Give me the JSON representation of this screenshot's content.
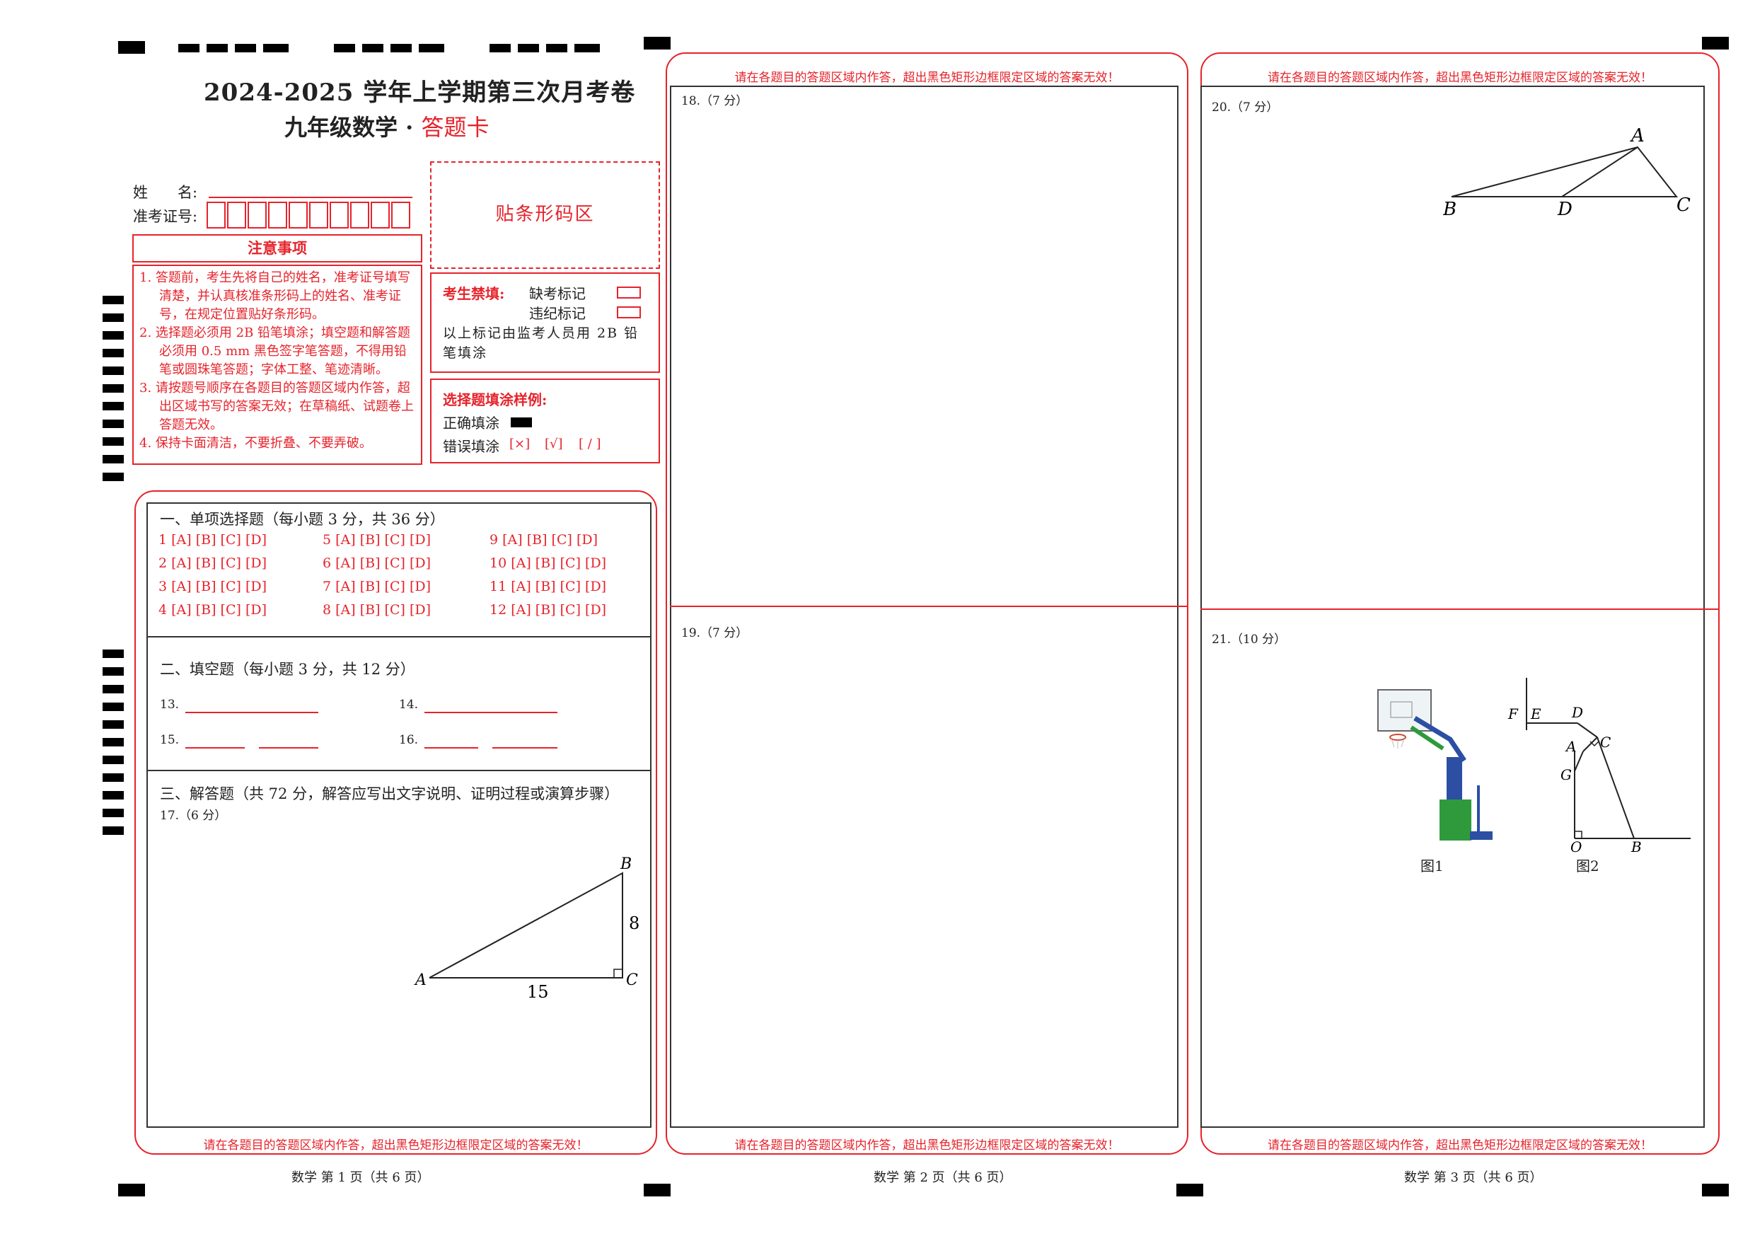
{
  "header": {
    "title": "2024-2025 学年上学期第三次月考卷",
    "subtitle_black": "九年级数学 · ",
    "subtitle_red": "答题卡"
  },
  "student": {
    "name_label": "姓　　名:",
    "exam_id_label": "准考证号:"
  },
  "barcode": {
    "label": "贴条形码区"
  },
  "notes": {
    "title": "注意事项",
    "items": [
      "1.  答题前，考生先将自己的姓名，准考证号填写清楚，并认真核准条形码上的姓名、准考证号，在规定位置贴好条形码。",
      "2.  选择题必须用 2B 铅笔填涂；填空题和解答题必须用 0.5 mm 黑色签字笔答题，不得用铅笔或圆珠笔答题；字体工整、笔迹清晰。",
      "3.  请按题号顺序在各题目的答题区域内作答，超出区域书写的答案无效；在草稿纸、试题卷上答题无效。",
      "4.  保持卡面清洁，不要折叠、不要弄破。"
    ]
  },
  "proctor": {
    "title": "考生禁填:",
    "absent": "缺考标记",
    "violation": "违纪标记",
    "note": "以上标记由监考人员用 2B 铅笔填涂"
  },
  "sample": {
    "title": "选择题填涂样例:",
    "correct": "正确填涂",
    "wrong": "错误填涂",
    "wrong_marks": [
      "[×]",
      "[√]",
      "[ / ]"
    ]
  },
  "section1": {
    "title": "一、单项选择题（每小题 3 分，共 36 分）",
    "questions": [
      "1 [A] [B] [C] [D]",
      "2 [A] [B] [C] [D]",
      "3 [A] [B] [C] [D]",
      "4 [A] [B] [C] [D]",
      "5 [A] [B] [C] [D]",
      "6 [A] [B] [C] [D]",
      "7 [A] [B] [C] [D]",
      "8 [A] [B] [C] [D]",
      "9 [A] [B] [C] [D]",
      "10 [A] [B] [C] [D]",
      "11 [A] [B] [C] [D]",
      "12 [A] [B] [C] [D]"
    ]
  },
  "section2": {
    "title": "二、填空题（每小题 3 分，共 12 分）",
    "q13": "13.",
    "q14": "14.",
    "q15": "15.",
    "q16": "16."
  },
  "section3": {
    "title": "三、解答题（共 72 分，解答应写出文字说明、证明过程或演算步骤）",
    "q17": "17.（6 分）",
    "fig17": {
      "A": "A",
      "B": "B",
      "C": "C",
      "side_bc": "8",
      "side_ac": "15"
    }
  },
  "page2": {
    "q18": "18.（7 分）",
    "q19": "19.（7 分）"
  },
  "page3": {
    "q20": "20.（7 分）",
    "fig20": {
      "A": "A",
      "B": "B",
      "C": "C",
      "D": "D"
    },
    "q21": "21.（10 分）",
    "fig21": {
      "F": "F",
      "E": "E",
      "D": "D",
      "A": "A",
      "C": "C",
      "G": "G",
      "O": "O",
      "B": "B",
      "cap1": "图1",
      "cap2": "图2"
    }
  },
  "warning": "请在各题目的答题区域内作答，超出黑色矩形边框限定区域的答案无效！",
  "footers": [
    "数学  第 1 页（共 6 页）",
    "数学  第 2 页（共 6 页）",
    "数学  第 3 页（共 6 页）"
  ],
  "colors": {
    "accent_red": "#e6232b",
    "ink": "#222222",
    "court_green": "#2e9a3c",
    "court_blue": "#2c4fa3"
  }
}
